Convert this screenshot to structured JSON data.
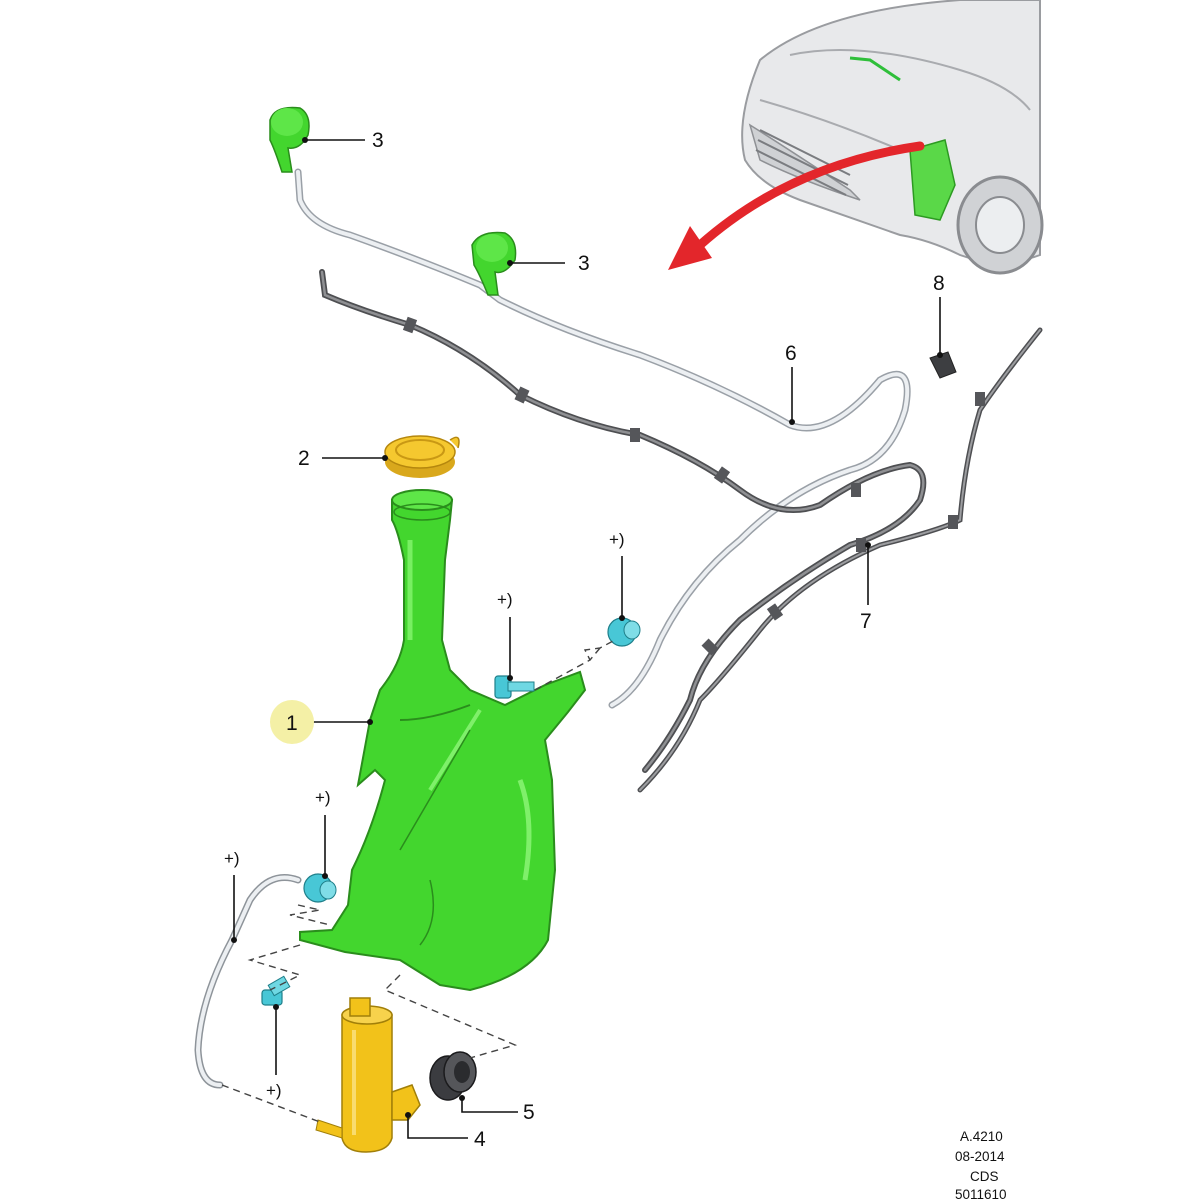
{
  "callouts": {
    "tank": "1",
    "filler_cap": "2",
    "washer_jet_upper": "3",
    "washer_jet_lower": "3",
    "pump": "4",
    "grommet": "5",
    "hose_front": "6",
    "hose_rear": "7",
    "connector": "8"
  },
  "fastener_markers": {
    "bolt_top_left": "+)",
    "nut_top_right": "+)",
    "nut_left": "+)",
    "hose_left": "+)",
    "bolt_bottom": "+)"
  },
  "drawing_info": {
    "ref": "A.4210",
    "date": "08-2014",
    "label": "CDS",
    "code": "5011610"
  },
  "colors": {
    "tank": "#43d62e",
    "cap": "#f5c82f",
    "pump": "#f2c21a",
    "fastener": "#48c7d6",
    "hose_light": "#d9dde3",
    "hose_dark": "#5f6063",
    "arrow": "#e3262b",
    "highlight": "#f4f0a6"
  }
}
